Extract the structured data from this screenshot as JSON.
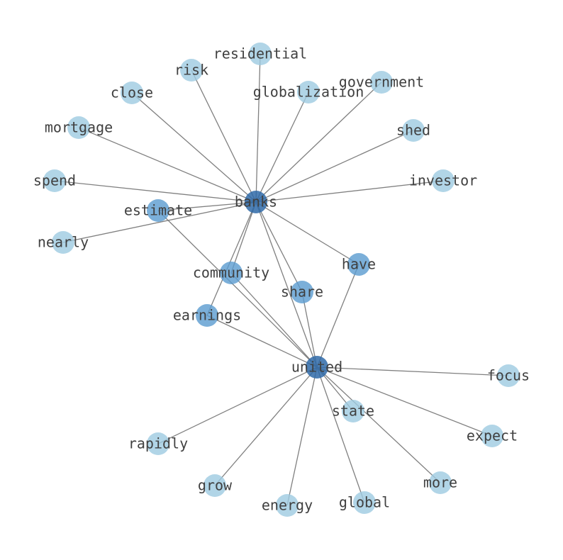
{
  "graph": {
    "colors": {
      "hub_dark": "#2f6aa8",
      "hub_mid": "#5a9bd0",
      "leaf": "#9ecae1",
      "edge": "#808080",
      "label": "#404040"
    },
    "nodes": [
      {
        "id": "banks",
        "label": "banks",
        "level": "hub_dark"
      },
      {
        "id": "united",
        "label": "united",
        "level": "hub_dark"
      },
      {
        "id": "community",
        "label": "community",
        "level": "hub_mid"
      },
      {
        "id": "share",
        "label": "share",
        "level": "hub_mid"
      },
      {
        "id": "have",
        "label": "have",
        "level": "hub_mid"
      },
      {
        "id": "earnings",
        "label": "earnings",
        "level": "hub_mid"
      },
      {
        "id": "estimate",
        "label": "estimate",
        "level": "hub_mid"
      },
      {
        "id": "residential",
        "label": "residential",
        "level": "leaf"
      },
      {
        "id": "risk",
        "label": "risk",
        "level": "leaf"
      },
      {
        "id": "globalization",
        "label": "globalization",
        "level": "leaf"
      },
      {
        "id": "government",
        "label": "government",
        "level": "leaf"
      },
      {
        "id": "close",
        "label": "close",
        "level": "leaf"
      },
      {
        "id": "mortgage",
        "label": "mortgage",
        "level": "leaf"
      },
      {
        "id": "shed",
        "label": "shed",
        "level": "leaf"
      },
      {
        "id": "spend",
        "label": "spend",
        "level": "leaf"
      },
      {
        "id": "investor",
        "label": "investor",
        "level": "leaf"
      },
      {
        "id": "nearly",
        "label": "nearly",
        "level": "leaf"
      },
      {
        "id": "focus",
        "label": "focus",
        "level": "leaf"
      },
      {
        "id": "state",
        "label": "state",
        "level": "leaf"
      },
      {
        "id": "rapidly",
        "label": "rapidly",
        "level": "leaf"
      },
      {
        "id": "expect",
        "label": "expect",
        "level": "leaf"
      },
      {
        "id": "grow",
        "label": "grow",
        "level": "leaf"
      },
      {
        "id": "more",
        "label": "more",
        "level": "leaf"
      },
      {
        "id": "energy",
        "label": "energy",
        "level": "leaf"
      },
      {
        "id": "global",
        "label": "global",
        "level": "leaf"
      }
    ],
    "edges": [
      [
        "banks",
        "residential"
      ],
      [
        "banks",
        "risk"
      ],
      [
        "banks",
        "globalization"
      ],
      [
        "banks",
        "government"
      ],
      [
        "banks",
        "close"
      ],
      [
        "banks",
        "mortgage"
      ],
      [
        "banks",
        "shed"
      ],
      [
        "banks",
        "spend"
      ],
      [
        "banks",
        "investor"
      ],
      [
        "banks",
        "estimate"
      ],
      [
        "banks",
        "nearly"
      ],
      [
        "banks",
        "community"
      ],
      [
        "banks",
        "share"
      ],
      [
        "banks",
        "have"
      ],
      [
        "banks",
        "earnings"
      ],
      [
        "banks",
        "united"
      ],
      [
        "united",
        "have"
      ],
      [
        "united",
        "community"
      ],
      [
        "united",
        "share"
      ],
      [
        "united",
        "earnings"
      ],
      [
        "united",
        "estimate"
      ],
      [
        "united",
        "focus"
      ],
      [
        "united",
        "state"
      ],
      [
        "united",
        "rapidly"
      ],
      [
        "united",
        "expect"
      ],
      [
        "united",
        "grow"
      ],
      [
        "united",
        "more"
      ],
      [
        "united",
        "energy"
      ],
      [
        "united",
        "global"
      ]
    ]
  }
}
